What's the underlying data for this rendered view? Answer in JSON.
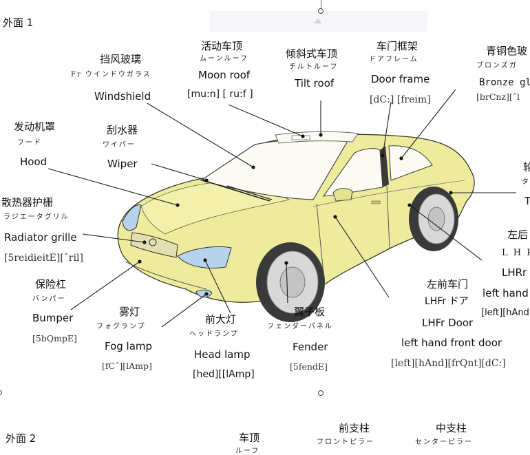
{
  "sections": {
    "ext1": "外面 1",
    "ext2": "外面 2"
  },
  "labels": {
    "windshield": {
      "zh": "挡风玻璃",
      "kana": "Fr ウインドウガラス",
      "en": "Windshield"
    },
    "moonroof": {
      "zh": "活动车顶",
      "kana": "ムーンルーフ",
      "en": "Moon roof",
      "ph": "[mu:n]  [ ru:f ]"
    },
    "tiltroof": {
      "zh": "倾斜式车顶",
      "kana": "チルトルーフ",
      "en": "Tilt roof"
    },
    "doorframe": {
      "zh": "车门框架",
      "kana": "ドアフレーム",
      "en": "Door frame",
      "ph": "[dC:] [freim]"
    },
    "bronze": {
      "zh": "青铜色玻",
      "kana": "ブロンズガ",
      "en": "Bronze gl",
      "ph": "[brCnz][ˆl"
    },
    "hood": {
      "zh": "发动机罩",
      "kana": "フード",
      "en": "Hood"
    },
    "wiper": {
      "zh": "刮水器",
      "kana": "ワイパー",
      "en": "Wiper"
    },
    "grille": {
      "zh": "散热器护栅",
      "kana": "ラジエータグリル",
      "en": "Radiator grille",
      "ph": "[5reidieitE][ˆril]"
    },
    "bumper": {
      "zh": "保险杠",
      "kana": "バンパー",
      "en": "Bumper",
      "ph": "[5bQmpE]"
    },
    "foglamp": {
      "zh": "雾灯",
      "kana": "フォグランプ",
      "en": "Fog lamp",
      "ph": "[fCˆ][lAmp]"
    },
    "headlamp": {
      "zh": "前大灯",
      "kana": "ヘッドランプ",
      "en": "Head lamp",
      "ph": "[hed][[lAmp]"
    },
    "fender": {
      "zh": "翼子板",
      "kana": "フェンダーパネル",
      "en": "Fender",
      "ph": "[5fendE]"
    },
    "lhfrdoor": {
      "zh": "左前车门",
      "kana": "LHFr ドア",
      "en": "LHFr Door",
      "en2": "left hand front door",
      "ph": "[left][hAnd][frQnt][dC:]"
    },
    "lhrear": {
      "zh": "左后",
      "kana": "L H R",
      "en": "LHRr",
      "en2": "left hand r",
      "ph": "[left][hAnd"
    },
    "tire": {
      "zh": "轮",
      "kana": "タ",
      "en": "T"
    },
    "roof": {
      "zh": "车顶",
      "kana": "ルーフ"
    },
    "frontpillar": {
      "zh": "前支柱",
      "kana": "フロントピラー"
    },
    "centerpillar": {
      "zh": "中支柱",
      "kana": "センターピラー"
    }
  },
  "colors": {
    "car_body": "#eeec9c",
    "glass": "#fbfbf3",
    "lamp": "#b7d3ec",
    "line": "#1e1e1e"
  }
}
